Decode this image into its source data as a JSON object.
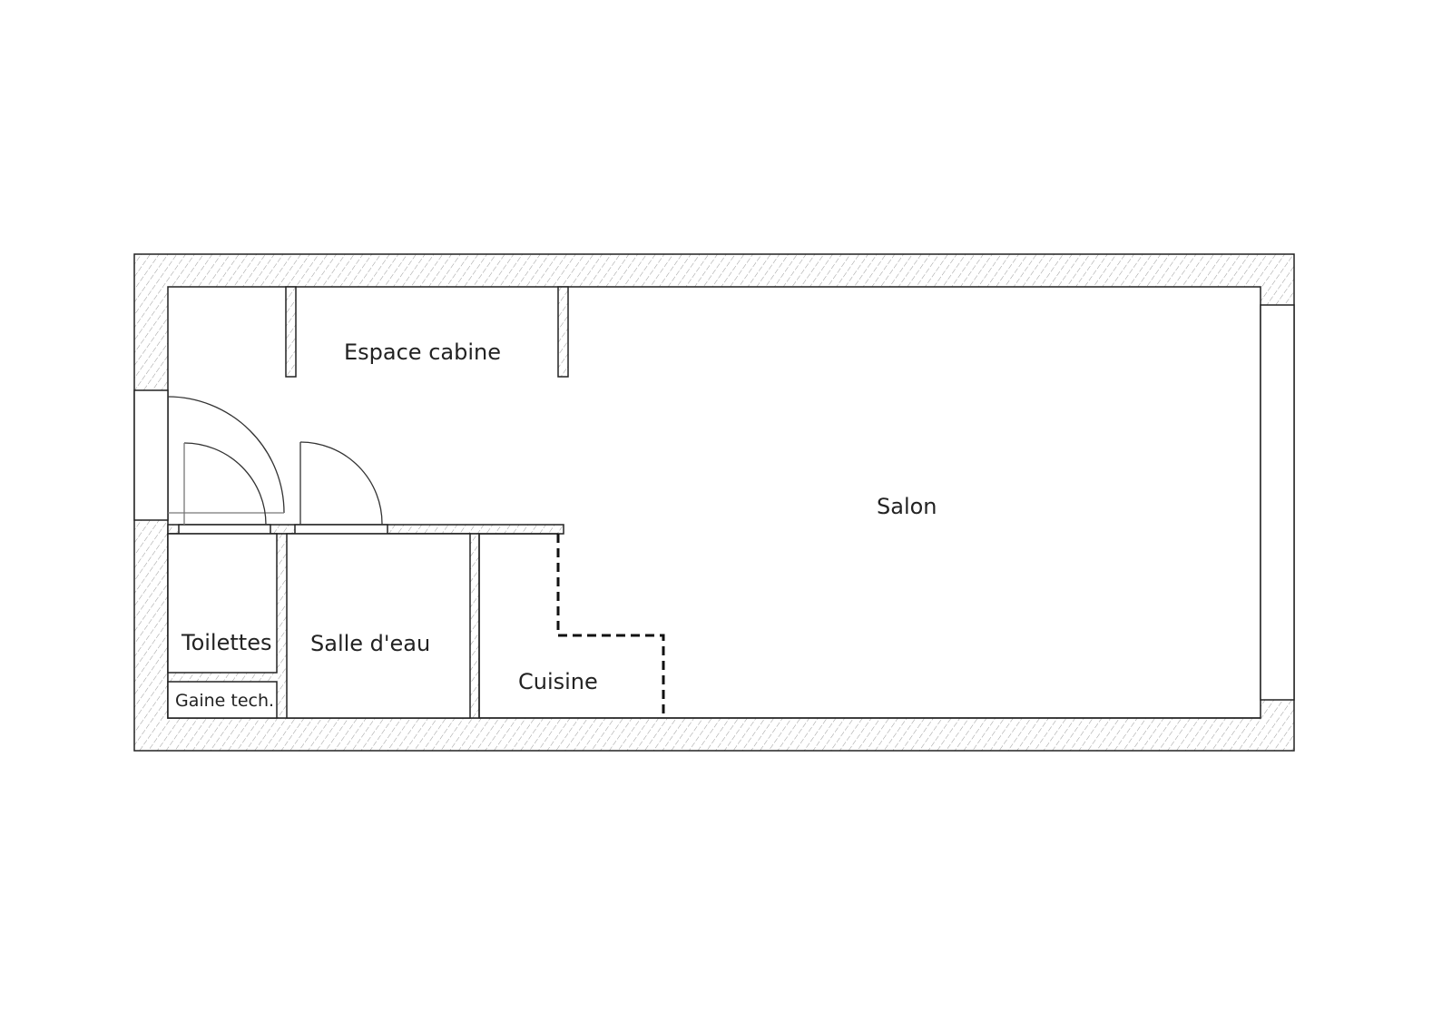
{
  "plan": {
    "rooms": [
      {
        "id": "espace-cabine",
        "label": "Espace cabine"
      },
      {
        "id": "salon",
        "label": "Salon"
      },
      {
        "id": "toilettes",
        "label": "Toilettes"
      },
      {
        "id": "salle-d-eau",
        "label": "Salle d'eau"
      },
      {
        "id": "cuisine",
        "label": "Cuisine"
      },
      {
        "id": "gaine-tech",
        "label": "Gaine tech."
      }
    ],
    "colors": {
      "line": "#222222",
      "hatch": "#9a9a9a",
      "background": "#ffffff"
    }
  }
}
